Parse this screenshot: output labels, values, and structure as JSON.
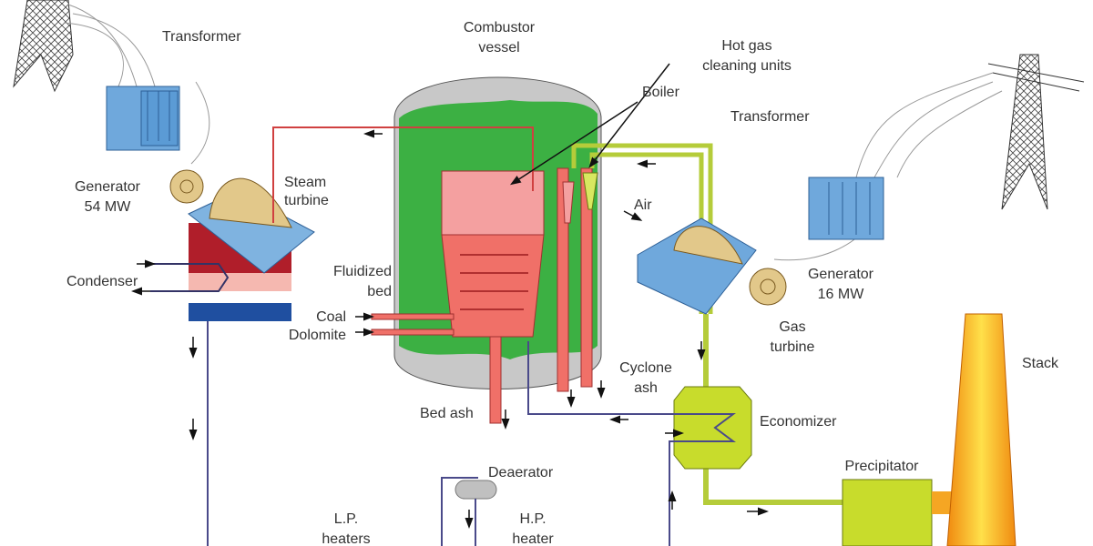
{
  "labels": {
    "transformer_left": "Transformer",
    "combustor_1": "Combustor",
    "combustor_2": "vessel",
    "hotgas_1": "Hot gas",
    "hotgas_2": "cleaning units",
    "boiler": "Boiler",
    "transformer_right": "Transformer",
    "gen54_1": "Generator",
    "gen54_2": "54 MW",
    "steam_1": "Steam",
    "steam_2": "turbine",
    "air": "Air",
    "gen16_1": "Generator",
    "gen16_2": "16 MW",
    "condenser": "Condenser",
    "fluid_1": "Fluidized",
    "fluid_2": "bed",
    "coal": "Coal",
    "dolomite": "Dolomite",
    "gas_1": "Gas",
    "gas_2": "turbine",
    "stack": "Stack",
    "cyclone_1": "Cyclone",
    "cyclone_2": "ash",
    "bed_ash": "Bed ash",
    "economizer": "Economizer",
    "deaerator": "Deaerator",
    "precipitator": "Precipitator",
    "lp_1": "L.P.",
    "lp_2": "heaters",
    "hp_1": "H.P.",
    "hp_2": "heater"
  },
  "colors": {
    "vessel_green": "#3cb043",
    "boiler_pink": "#f4a0a0",
    "bed_red": "#f07068",
    "transformer_blue": "#5b9bd5",
    "gas_line": "#b5cc3a",
    "water_line": "#4a4a8a",
    "steam_line": "#d04040",
    "stack_orange": "#f5a623",
    "economizer": "#c8dc2c"
  }
}
